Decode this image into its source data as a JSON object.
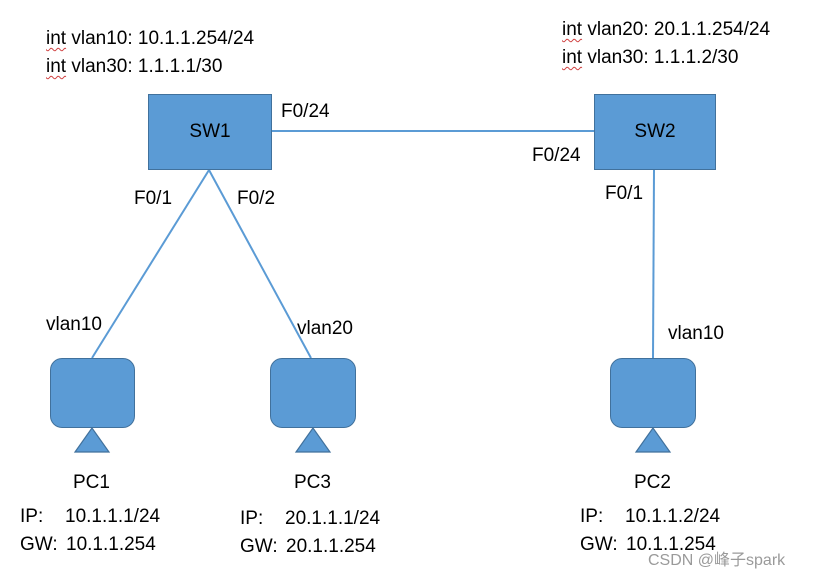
{
  "sw1_config": {
    "line1_kw": "int",
    "line1_rest": " vlan10: 10.1.1.254/24",
    "line2_kw": "int",
    "line2_rest": " vlan30: 1.1.1.1/30"
  },
  "sw2_config": {
    "line1_kw": "int",
    "line1_rest": " vlan20: 20.1.1.254/24",
    "line2_kw": "int",
    "line2_rest": " vlan30: 1.1.1.2/30"
  },
  "switches": {
    "sw1": "SW1",
    "sw2": "SW2"
  },
  "ports": {
    "sw1_f024": "F0/24",
    "sw2_f024": "F0/24",
    "sw1_f01": "F0/1",
    "sw1_f02": "F0/2",
    "sw2_f01": "F0/1"
  },
  "vlans": {
    "pc1": "vlan10",
    "pc3": "vlan20",
    "pc2": "vlan10"
  },
  "pcs": {
    "pc1": {
      "name": "PC1",
      "ip_label": "IP:",
      "ip": "10.1.1.1/24",
      "gw_label": "GW:",
      "gw": "10.1.1.254"
    },
    "pc3": {
      "name": "PC3",
      "ip_label": "IP:",
      "ip": "20.1.1.1/24",
      "gw_label": "GW:",
      "gw": "20.1.1.254"
    },
    "pc2": {
      "name": "PC2",
      "ip_label": "IP:",
      "ip": "10.1.1.2/24",
      "gw_label": "GW:",
      "gw": "10.1.1.254"
    }
  },
  "watermark": "CSDN @峰子spark",
  "colors": {
    "device_fill": "#5b9bd5",
    "device_border": "#41719c",
    "link": "#5b9bd5"
  }
}
